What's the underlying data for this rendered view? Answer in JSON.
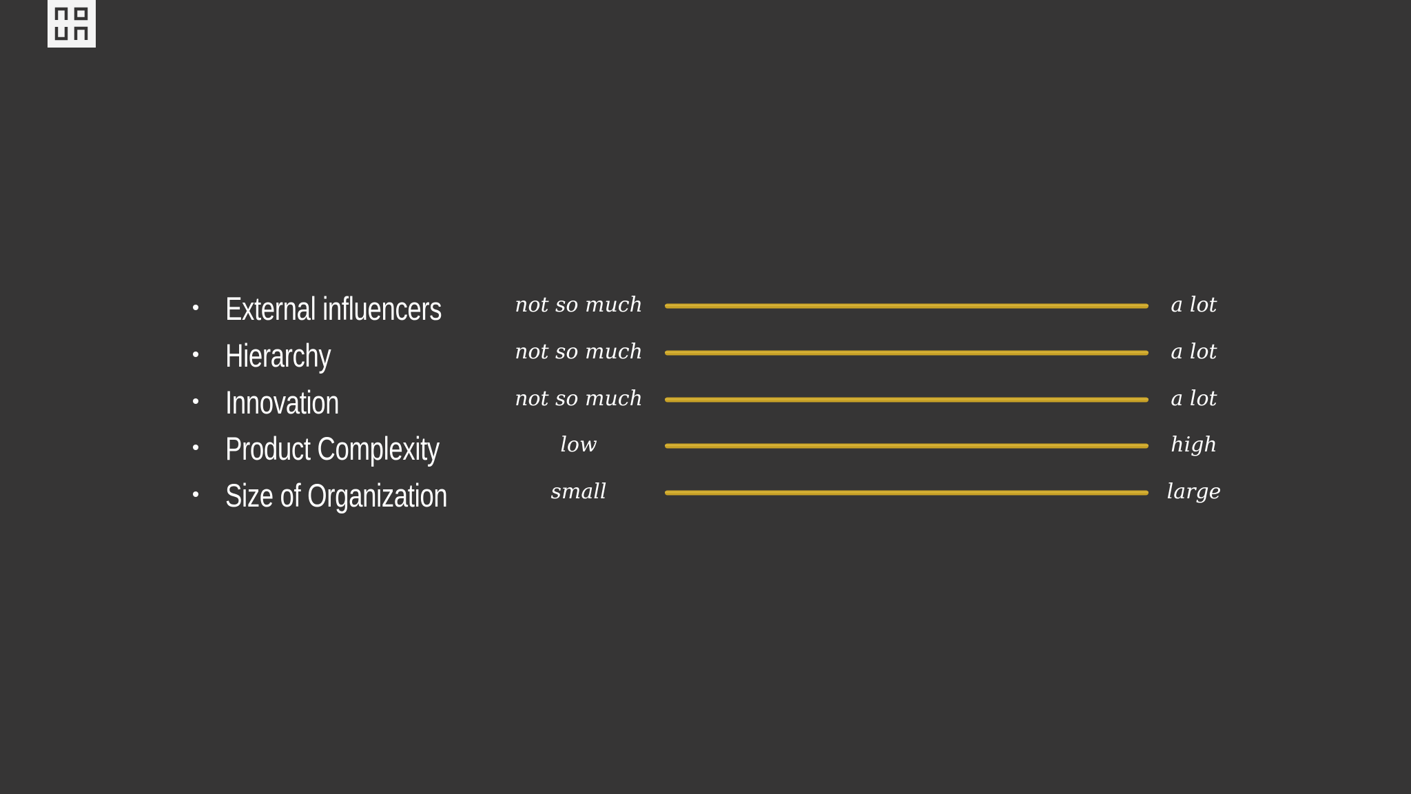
{
  "colors": {
    "background": "#363535",
    "accent": "#c9a227",
    "text": "#ffffff",
    "logo_bg": "#f4f4f4",
    "logo_fg": "#363535"
  },
  "logo": {
    "icon": "noun-logo-icon"
  },
  "rows": [
    {
      "label": "External influencers",
      "low": "not so much",
      "high": "a lot"
    },
    {
      "label": "Hierarchy",
      "low": "not so much",
      "high": "a lot"
    },
    {
      "label": "Innovation",
      "low": "not so much",
      "high": "a lot"
    },
    {
      "label": "Product Complexity",
      "low": "low",
      "high": "high"
    },
    {
      "label": "Size of Organization",
      "low": "small",
      "high": "large"
    }
  ]
}
